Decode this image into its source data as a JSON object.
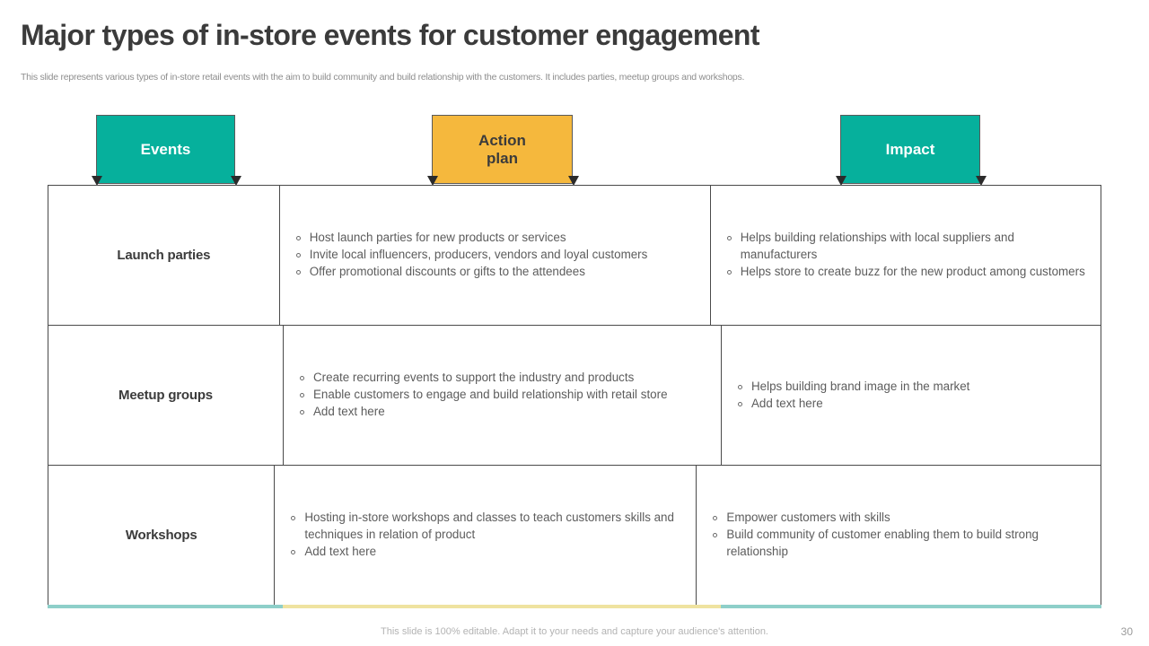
{
  "slide": {
    "title": "Major types of in-store events for customer engagement",
    "subtitle": "This slide represents various types of in-store retail events with the aim to build community and build relationship with the customers. It includes parties, meetup groups and workshops.",
    "footer_note": "This slide is 100% editable. Adapt it to your needs and capture your audience's attention.",
    "page_number": "30"
  },
  "colors": {
    "teal": "#06b09c",
    "amber": "#f5b83d",
    "accent_teal": "#8ecfc9",
    "accent_amber": "#efe3a0",
    "title_text": "#3b3b3b",
    "body_text": "#5c5c5c",
    "border": "#4a4a4a"
  },
  "banners": [
    {
      "label": "Events",
      "color": "teal"
    },
    {
      "label": "Action\nplan",
      "label_line1": "Action",
      "label_line2": "plan",
      "color": "amber"
    },
    {
      "label": "Impact",
      "color": "teal"
    }
  ],
  "table": {
    "columns": [
      "Events",
      "Action plan",
      "Impact"
    ],
    "rows": [
      {
        "label": "Launch parties",
        "action_plan": [
          "Host launch parties for new products or services",
          "Invite local influencers, producers, vendors and loyal customers",
          "Offer promotional discounts or gifts to the attendees"
        ],
        "impact": [
          "Helps building relationships with local suppliers and manufacturers",
          "Helps store to create buzz for the new product among customers"
        ]
      },
      {
        "label": "Meetup groups",
        "action_plan": [
          "Create recurring events to support the industry and products",
          "Enable customers to engage and build relationship with retail store",
          "Add text here"
        ],
        "impact": [
          "Helps building brand image in the market",
          "Add text here"
        ]
      },
      {
        "label": "Workshops",
        "action_plan": [
          "Hosting in-store workshops and classes to teach customers skills and techniques in relation of product",
          "Add text here"
        ],
        "impact": [
          "Empower customers with skills",
          "Build community of customer enabling them to build strong relationship"
        ]
      }
    ]
  }
}
